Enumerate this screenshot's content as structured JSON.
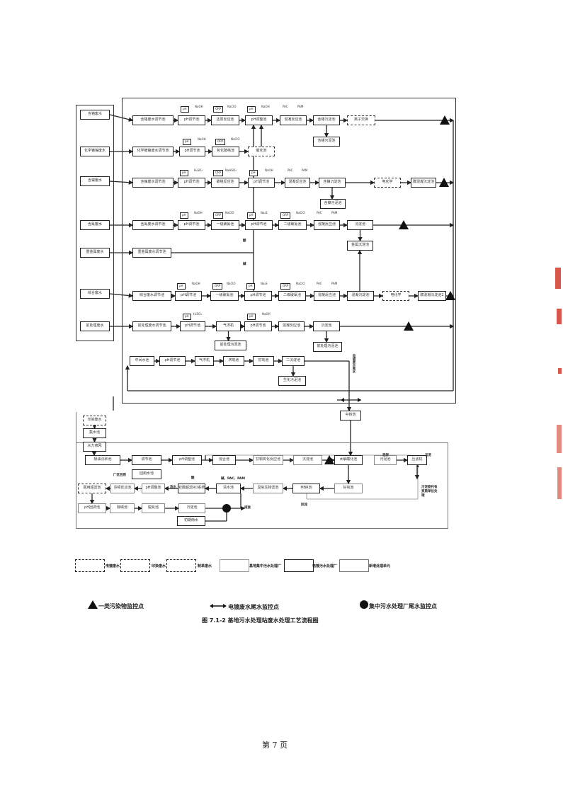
{
  "diagram": {
    "boxes": {
      "s1": "含铬废水",
      "s2": "化学镀镍废水",
      "s3": "含镍废水",
      "s4": "含氰废水",
      "s5": "重金属废水",
      "s6": "综合废水",
      "s7": "前处理废水",
      "r1a": "含铬废水调节池",
      "r1b": "pH调节池",
      "r1c": "还原反应池",
      "r1d": "pH调整池",
      "r1e": "混凝反应池",
      "r1f": "含铬沉淀池",
      "r1g": "离子交换",
      "r1h": "含铬污泥池",
      "r2a": "化学镀镍废水调节池",
      "r2b": "pH调节池",
      "r2c": "氧化破络池",
      "r2d": "催化池",
      "r3a": "含镍废水调节池",
      "r3b": "pH调节池",
      "r3c": "破络反应池",
      "r3d": "pH调节池",
      "r3e": "混凝反应池",
      "r3f": "含镍沉淀池",
      "r3g": "电化学",
      "r3h": "膜混凝沉淀池",
      "r3i": "含镍污泥池",
      "r4a": "含氰废水调节池",
      "r4b": "pH调节池",
      "r4c": "一级破氰池",
      "r4d": "pH调节池",
      "r4e": "二级破氰池",
      "r4f": "混凝反应池",
      "r4g": "沉淀池",
      "r4h": "金属沉淀池",
      "r5a": "重金属废水调节池",
      "r6a": "综合废水调节池",
      "r6b": "pH调节池",
      "r6c": "一级破氰池",
      "r6d": "pH调节池",
      "r6e": "二级破氰池",
      "r6f": "混凝反应池",
      "r6g": "混凝沉淀池",
      "r6h": "电化学",
      "r6i": "膜混凝沉淀池2",
      "r7a": "前处理废水调节池",
      "r7b": "pH调节池",
      "r7c": "气浮机",
      "r7d": "pH调节池",
      "r7e": "混凝反应池",
      "r7f": "沉淀池",
      "r7g": "前处理污泥池",
      "r7h": "前处理污泥池",
      "r8a": "中间水池",
      "r8b": "pH调节池",
      "r8c": "气浮机",
      "r8d": "厌氧池",
      "r8e": "好氧池",
      "r8f": "二沉淀池",
      "r8g": "生化污泥池",
      "t0": "中转池",
      "b0": "印染废水",
      "b1": "集水池",
      "b2": "水力筛网",
      "c1": "隔油沉砂池",
      "c2": "调节池",
      "c3": "pH调整池",
      "c4": "混合池",
      "c5": "芬顿氧化反应池",
      "c6": "沉淀池",
      "c7": "水解酸化池",
      "c8": "污泥池",
      "c9": "压滤机",
      "d1": "回用水池",
      "e1": "回用超滤池",
      "e2": "芬顿反应池",
      "e3": "pH调整池",
      "e4": "双膜超滤RO系统",
      "e5": "清水池",
      "e6": "臭氧生物滤池",
      "e7": "MBR池",
      "e8": "好氧池",
      "f1": "pH回调池",
      "f2": "除磷池",
      "f3": "脱氮池",
      "f4": "沉淀池",
      "g1": "初期雨水"
    },
    "tags": {
      "ph": "pH",
      "orp": "ORP"
    },
    "chems": {
      "naoh": "NaOH",
      "naclo": "NaClO",
      "h2so4": "H₂SO₄",
      "na2s": "Na₂S",
      "pac": "PAC",
      "pam": "PAM",
      "nahso3": "NaHSO₃"
    },
    "notes": {
      "acid": "酸",
      "alkali": "碱",
      "reuse": "厂区回用",
      "discharge": "排放",
      "concentrate": "浓水",
      "mix": "碱、PAC、PAM",
      "sludge_out": "污泥委托有资质单位处理",
      "mud": "泥饼",
      "plating_tail": "电镀废水尾水",
      "ret": "回流",
      "sludge": "污泥"
    }
  },
  "legend": {
    "items": [
      "电镀废水",
      "印染废水",
      "制革废水",
      "基地集中污水处理厂",
      "电镀污水处理厂",
      "新增处理单元"
    ],
    "marks": [
      "一类污染物监控点",
      "电镀废水尾水监控点",
      "集中污水处理厂尾水监控点"
    ]
  },
  "caption": "图 7.1-2  基地污水处理站废水处理工艺流程图",
  "page_number": "第 7 页"
}
